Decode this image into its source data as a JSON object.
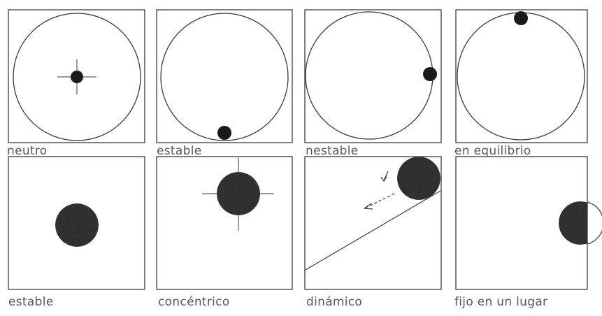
{
  "panels": {
    "p1": {
      "label": "neutro"
    },
    "p2": {
      "label": "estable"
    },
    "p3": {
      "label": "nestable"
    },
    "p4": {
      "label": "en equilibrio"
    },
    "p5": {
      "label": "estable"
    },
    "p6": {
      "label": "concéntrico"
    },
    "p7": {
      "label": "dinámico"
    },
    "p8": {
      "label": "fijo en un lugar"
    }
  },
  "colors": {
    "line": "#3a3a3a",
    "dot": "#1a1a1a",
    "textured": "#454545",
    "label": "#5a5a5a"
  }
}
